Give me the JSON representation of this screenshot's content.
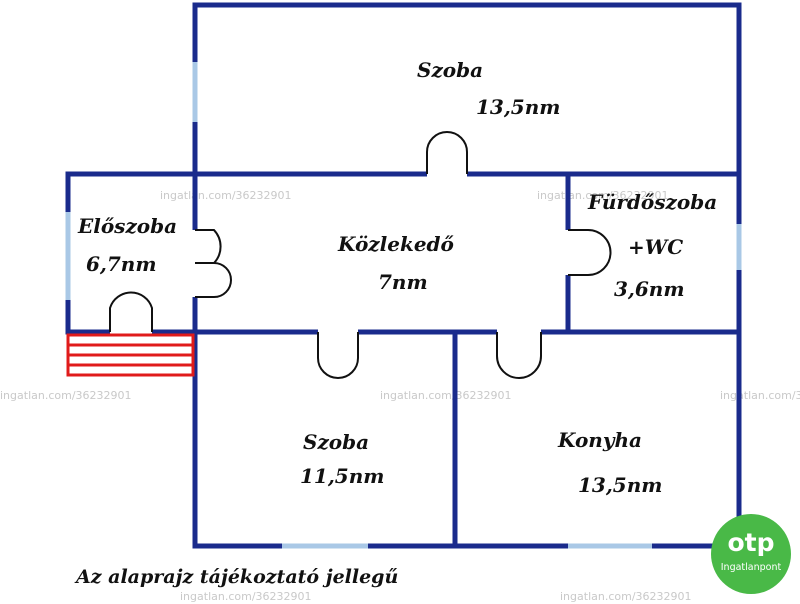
{
  "rooms": {
    "szoba_top": {
      "name": "Szoba",
      "area": "13,5nm"
    },
    "eloszoba": {
      "name": "Előszoba",
      "area": "6,7nm"
    },
    "kozlekedo": {
      "name": "Közlekedő",
      "area": "7nm"
    },
    "furdoszoba": {
      "name": "Fürdőszoba",
      "extra": "+WC",
      "area": "3,6nm"
    },
    "szoba_bottom": {
      "name": "Szoba",
      "area": "11,5nm"
    },
    "konyha": {
      "name": "Konyha",
      "area": "13,5nm"
    }
  },
  "caption": "Az alaprajz tájékoztató jellegű",
  "watermark": "ingatlan.com/36232901",
  "logo": {
    "brand": "otp",
    "subtitle": "Ingatlanpont"
  },
  "colors": {
    "wall": "#1a2b8c",
    "window": "#a9c8e6",
    "stairs": "#e01b1b",
    "door": "#111111",
    "logo_bg": "#49b947"
  }
}
